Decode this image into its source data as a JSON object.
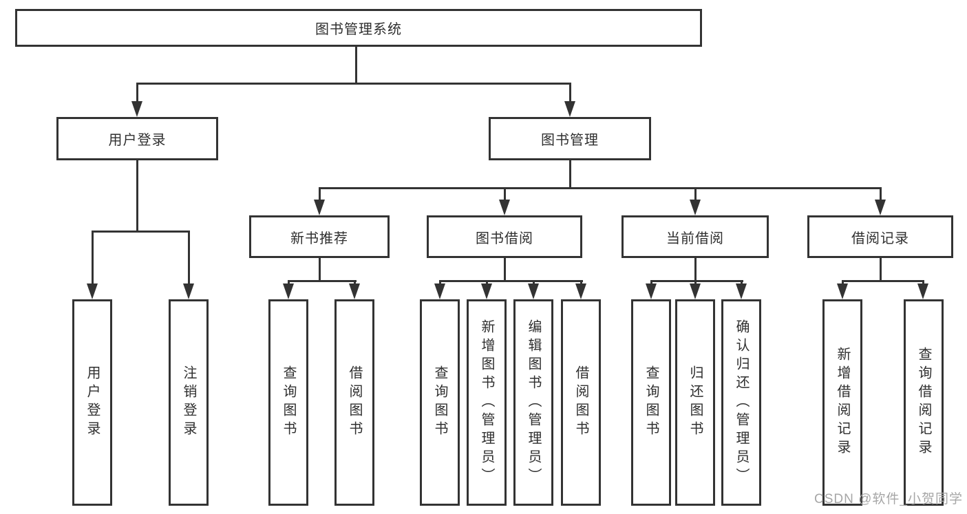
{
  "title": "图书管理系统",
  "tree": {
    "root": "图书管理系统",
    "branches": [
      {
        "label": "用户登录",
        "children": [
          "用户登录",
          "注销登录"
        ]
      },
      {
        "label": "图书管理",
        "children": [
          {
            "label": "新书推荐",
            "children": [
              "查询图书",
              "借阅图书"
            ]
          },
          {
            "label": "图书借阅",
            "children": [
              "查询图书",
              "新增图书（管理员）",
              "编辑图书（管理员）",
              "借阅图书"
            ]
          },
          {
            "label": "当前借阅",
            "children": [
              "查询图书",
              "归还图书",
              "确认归还（管理员）"
            ]
          },
          {
            "label": "借阅记录",
            "children": [
              "新增借阅记录",
              "查询借阅记录"
            ]
          }
        ]
      }
    ]
  },
  "watermark": "CSDN @软件_小贺同学",
  "colors": {
    "line": "#333333",
    "box_border": "#333333",
    "box_fill": "#ffffff",
    "text": "#2f2f2f",
    "watermark": "#a6a6a6",
    "background": "#ffffff"
  }
}
